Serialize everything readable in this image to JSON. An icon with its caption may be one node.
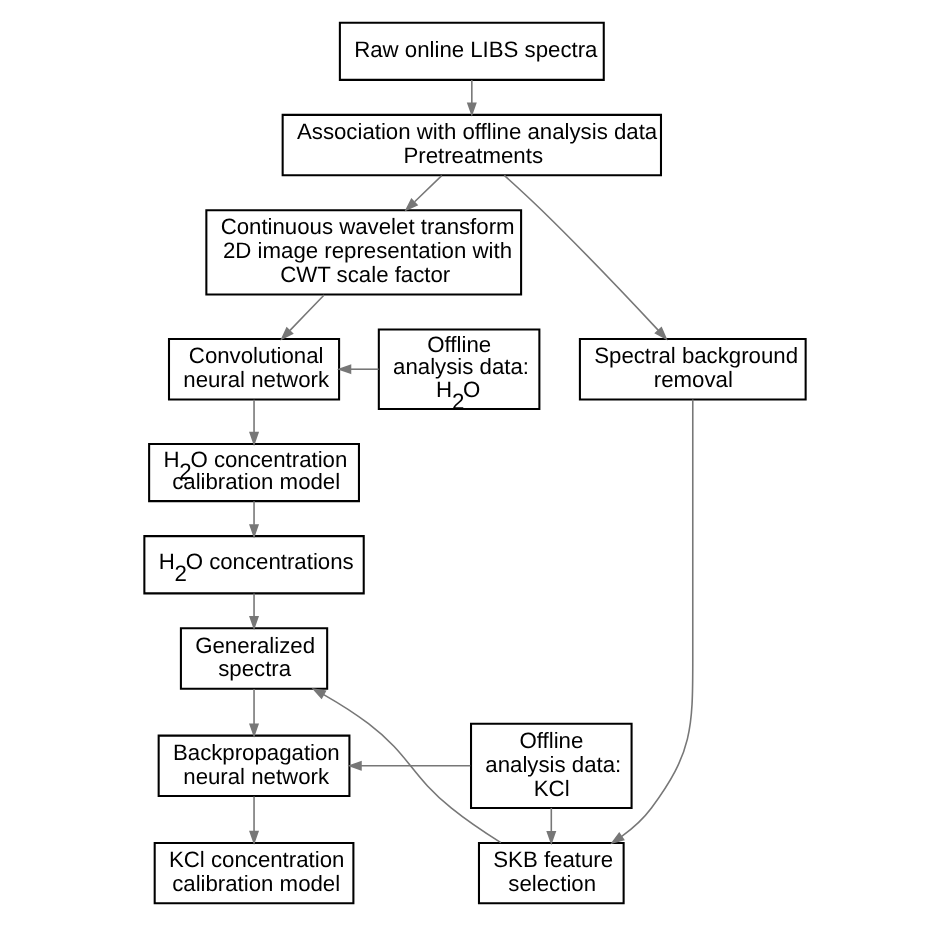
{
  "diagram": {
    "nodes": [
      {
        "text": [
          "Raw online LIBS spectra"
        ]
      },
      {
        "text": [
          "Association with offline analysis data",
          "Pretreatments"
        ]
      },
      {
        "text": [
          "Continuous wavelet transform 2D image representation with CWT scale factor"
        ]
      },
      {
        "text": [
          "Spectral background removal"
        ]
      },
      {
        "text": [
          "Offline analysis data: H$_{2}$O"
        ]
      },
      {
        "text": [
          "Convolutional neural network"
        ]
      },
      {
        "text": [
          "H$_{2}$O concentration calibration model"
        ]
      },
      {
        "text": [
          "H$_{2}$O concentrations"
        ]
      },
      {
        "text": [
          "SKB feature selection"
        ]
      },
      {
        "text": [
          "Offline analysis data: KCl"
        ]
      },
      {
        "text": [
          "Generalized spectra"
        ]
      },
      {
        "text": [
          "Backpropagation neural network"
        ]
      },
      {
        "text": [
          "KCl concentration calibration model"
        ]
      }
    ],
    "edges": [
      {
        "from": 0,
        "to": 1,
        "arrow": "to"
      },
      {
        "from": 1,
        "to": 2,
        "arrow": "to"
      },
      {
        "from": 1,
        "to": 3,
        "arrow": "to"
      },
      {
        "from": 2,
        "to": 5,
        "arrow": "to"
      },
      {
        "from": 4,
        "to": 5,
        "arrow": "to"
      },
      {
        "from": 5,
        "to": 6,
        "arrow": "to"
      },
      {
        "from": 6,
        "to": 7,
        "arrow": "to"
      },
      {
        "from": 3,
        "to": 8,
        "arrow": "to"
      },
      {
        "from": 9,
        "to": 8,
        "arrow": "to"
      },
      {
        "from": 7,
        "to": 10,
        "arrow": "to"
      },
      {
        "from": 8,
        "to": 10,
        "arrow": "to"
      },
      {
        "from": 10,
        "to": 11,
        "arrow": "to"
      },
      {
        "from": 9,
        "to": 11,
        "arrow": "to"
      },
      {
        "from": 11,
        "to": 12,
        "arrow": "to"
      }
    ]
  }
}
